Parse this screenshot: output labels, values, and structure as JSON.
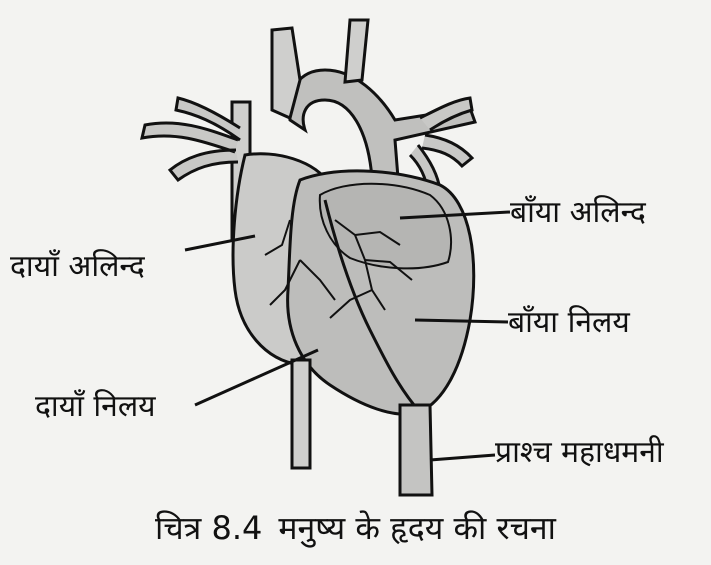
{
  "diagram": {
    "labels": {
      "left_atrium": "बाँया अलिन्द",
      "right_atrium": "दायाँ अलिन्द",
      "left_ventricle": "बाँया निलय",
      "right_ventricle": "दायाँ निलय",
      "dorsal_aorta": "प्राश्च महाधमनी"
    },
    "caption": {
      "number": "चित्र 8.4",
      "text": "मनुष्य के हृदय की रचना"
    }
  }
}
